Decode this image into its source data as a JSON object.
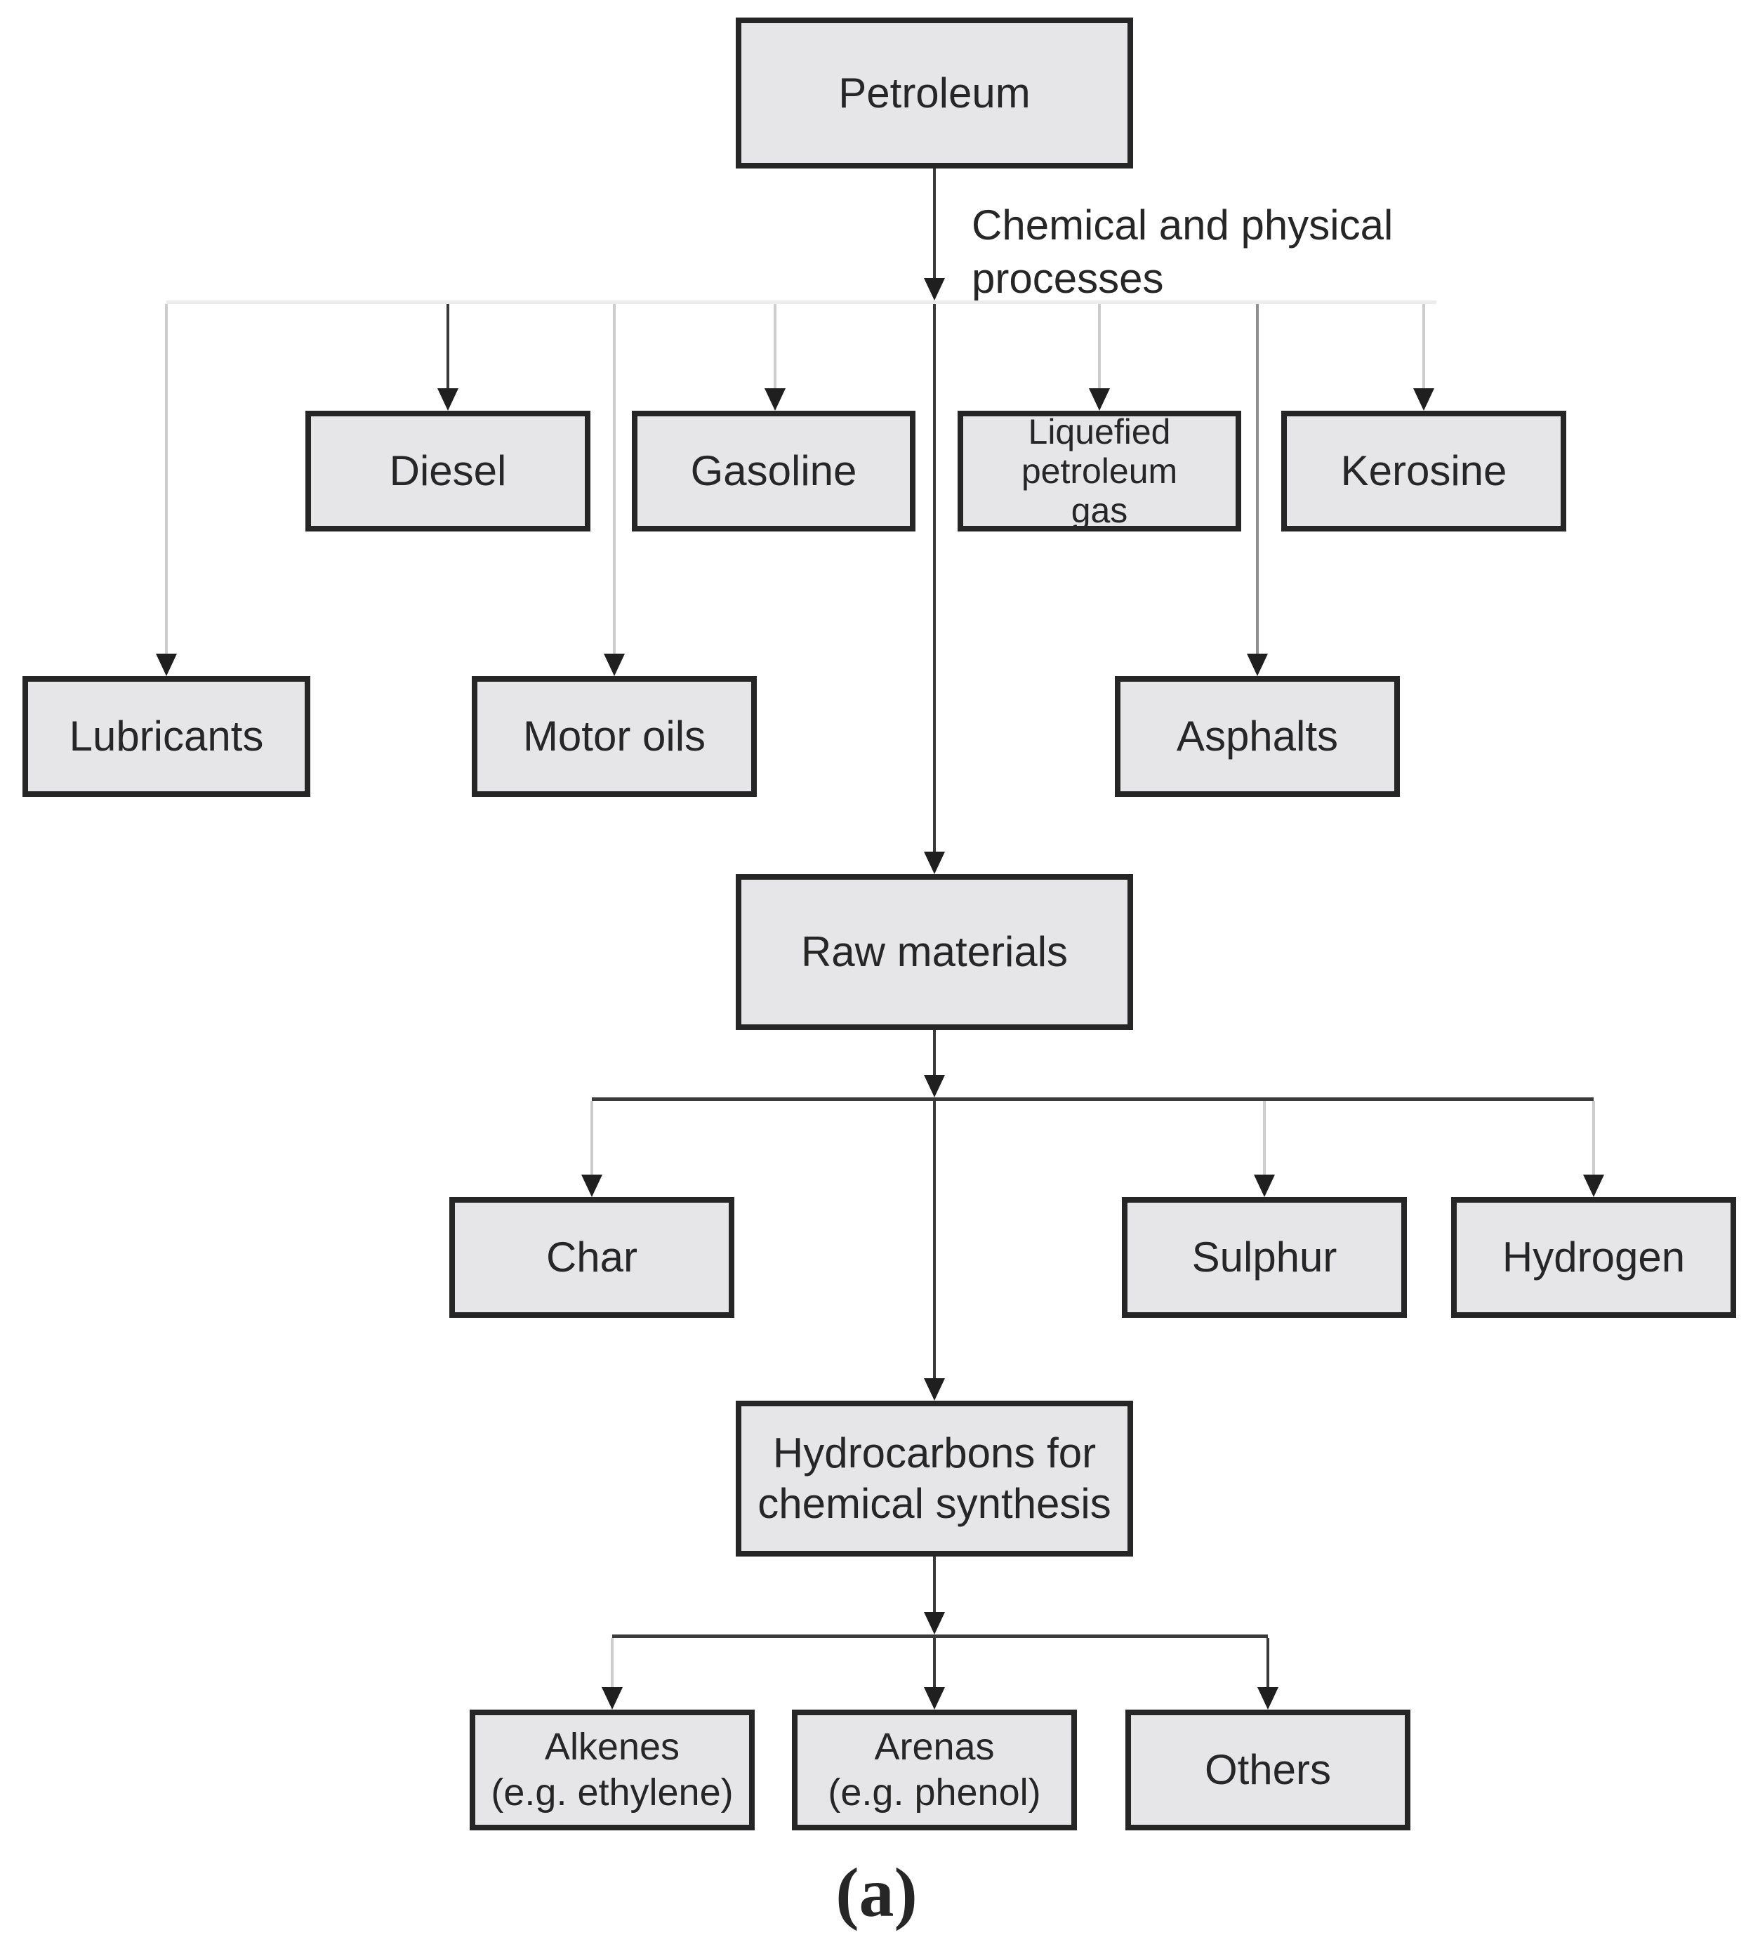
{
  "theme": {
    "page_bg": "#ffffff",
    "box_fill": "#e6e6e8",
    "box_border": "#262626",
    "text": "#262626",
    "line_dark": "#3a3a3a",
    "line_mid": "#8f8f8f",
    "line_light": "#cdcdcd",
    "line_faint": "#ececec",
    "arrow": "#1f1f1f"
  },
  "flowchart": {
    "process_annotation": "Chemical and physical\nprocesses",
    "caption": "(a)",
    "nodes": {
      "petroleum": {
        "label": "Petroleum"
      },
      "diesel": {
        "label": "Diesel"
      },
      "gasoline": {
        "label": "Gasoline"
      },
      "lpg": {
        "label": "Liquefied\npetroleum\ngas"
      },
      "kerosine": {
        "label": "Kerosine"
      },
      "lubricants": {
        "label": "Lubricants"
      },
      "motor_oils": {
        "label": "Motor oils"
      },
      "asphalts": {
        "label": "Asphalts"
      },
      "raw_materials": {
        "label": "Raw materials"
      },
      "char": {
        "label": "Char"
      },
      "sulphur": {
        "label": "Sulphur"
      },
      "hydrogen": {
        "label": "Hydrogen"
      },
      "hydrocarbons": {
        "label": "Hydrocarbons for\nchemical synthesis"
      },
      "alkenes": {
        "label": "Alkenes\n(e.g. ethylene)"
      },
      "arenas": {
        "label": "Arenas\n(e.g. phenol)"
      },
      "others": {
        "label": "Others"
      }
    },
    "edges": [
      {
        "from": "Petroleum",
        "label": "Chemical and physical processes",
        "to": [
          "Diesel",
          "Gasoline",
          "Liquefied petroleum gas",
          "Kerosine",
          "Lubricants",
          "Motor oils",
          "Asphalts",
          "Raw materials"
        ]
      },
      {
        "from": "Raw materials",
        "to": [
          "Char",
          "Sulphur",
          "Hydrogen",
          "Hydrocarbons for chemical synthesis"
        ]
      },
      {
        "from": "Hydrocarbons for chemical synthesis",
        "to": [
          "Alkenes (e.g. ethylene)",
          "Arenas (e.g. phenol)",
          "Others"
        ]
      }
    ]
  }
}
